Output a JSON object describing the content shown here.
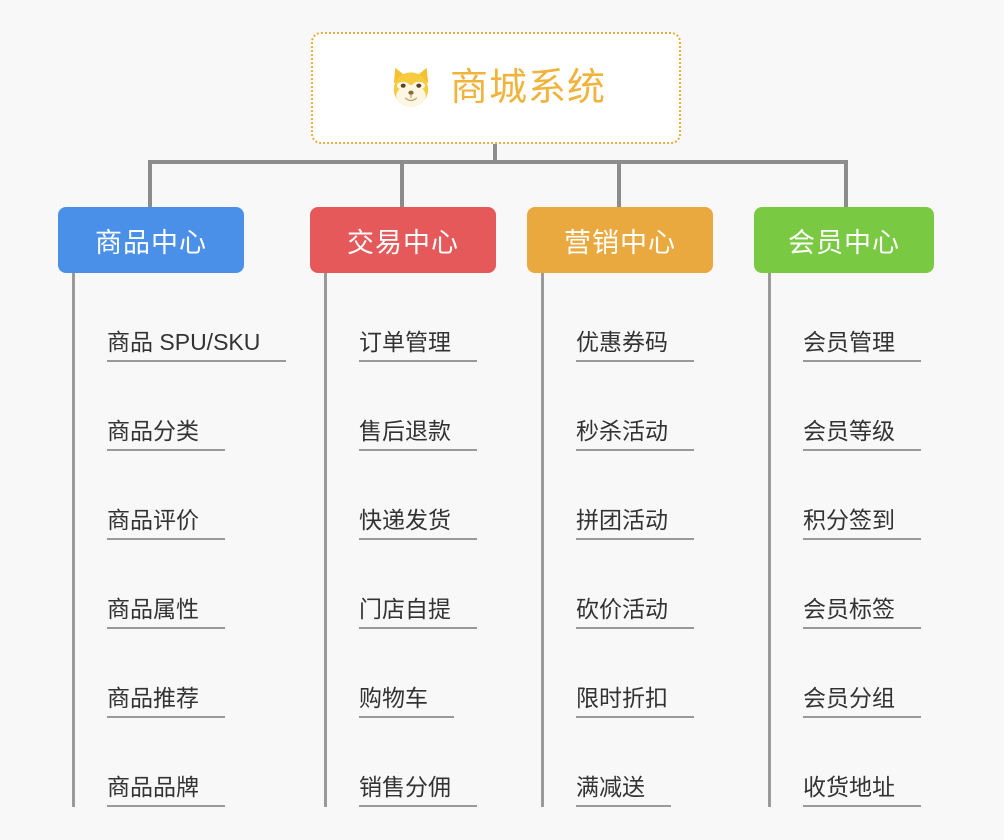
{
  "root": {
    "title": "商城系统",
    "icon": "shiba-inu-dog-face-icon",
    "border_color": "#edad3e",
    "text_color": "#f0b33c",
    "background": "#ffffff"
  },
  "canvas": {
    "background": "#f8f8f8",
    "connector_color": "#8c8c8c"
  },
  "branches": [
    {
      "label": "商品中心",
      "color": "#4a90e8",
      "items": [
        "商品 SPU/SKU",
        "商品分类",
        "商品评价",
        "商品属性",
        "商品推荐",
        "商品品牌"
      ]
    },
    {
      "label": "交易中心",
      "color": "#e5595b",
      "items": [
        "订单管理",
        "售后退款",
        "快递发货",
        "门店自提",
        "购物车",
        "销售分佣"
      ]
    },
    {
      "label": "营销中心",
      "color": "#eaa93e",
      "items": [
        "优惠券码",
        "秒杀活动",
        "拼团活动",
        "砍价活动",
        "限时折扣",
        "满减送"
      ]
    },
    {
      "label": "会员中心",
      "color": "#7ac943",
      "items": [
        "会员管理",
        "会员等级",
        "积分签到",
        "会员标签",
        "会员分组",
        "收货地址"
      ]
    }
  ]
}
